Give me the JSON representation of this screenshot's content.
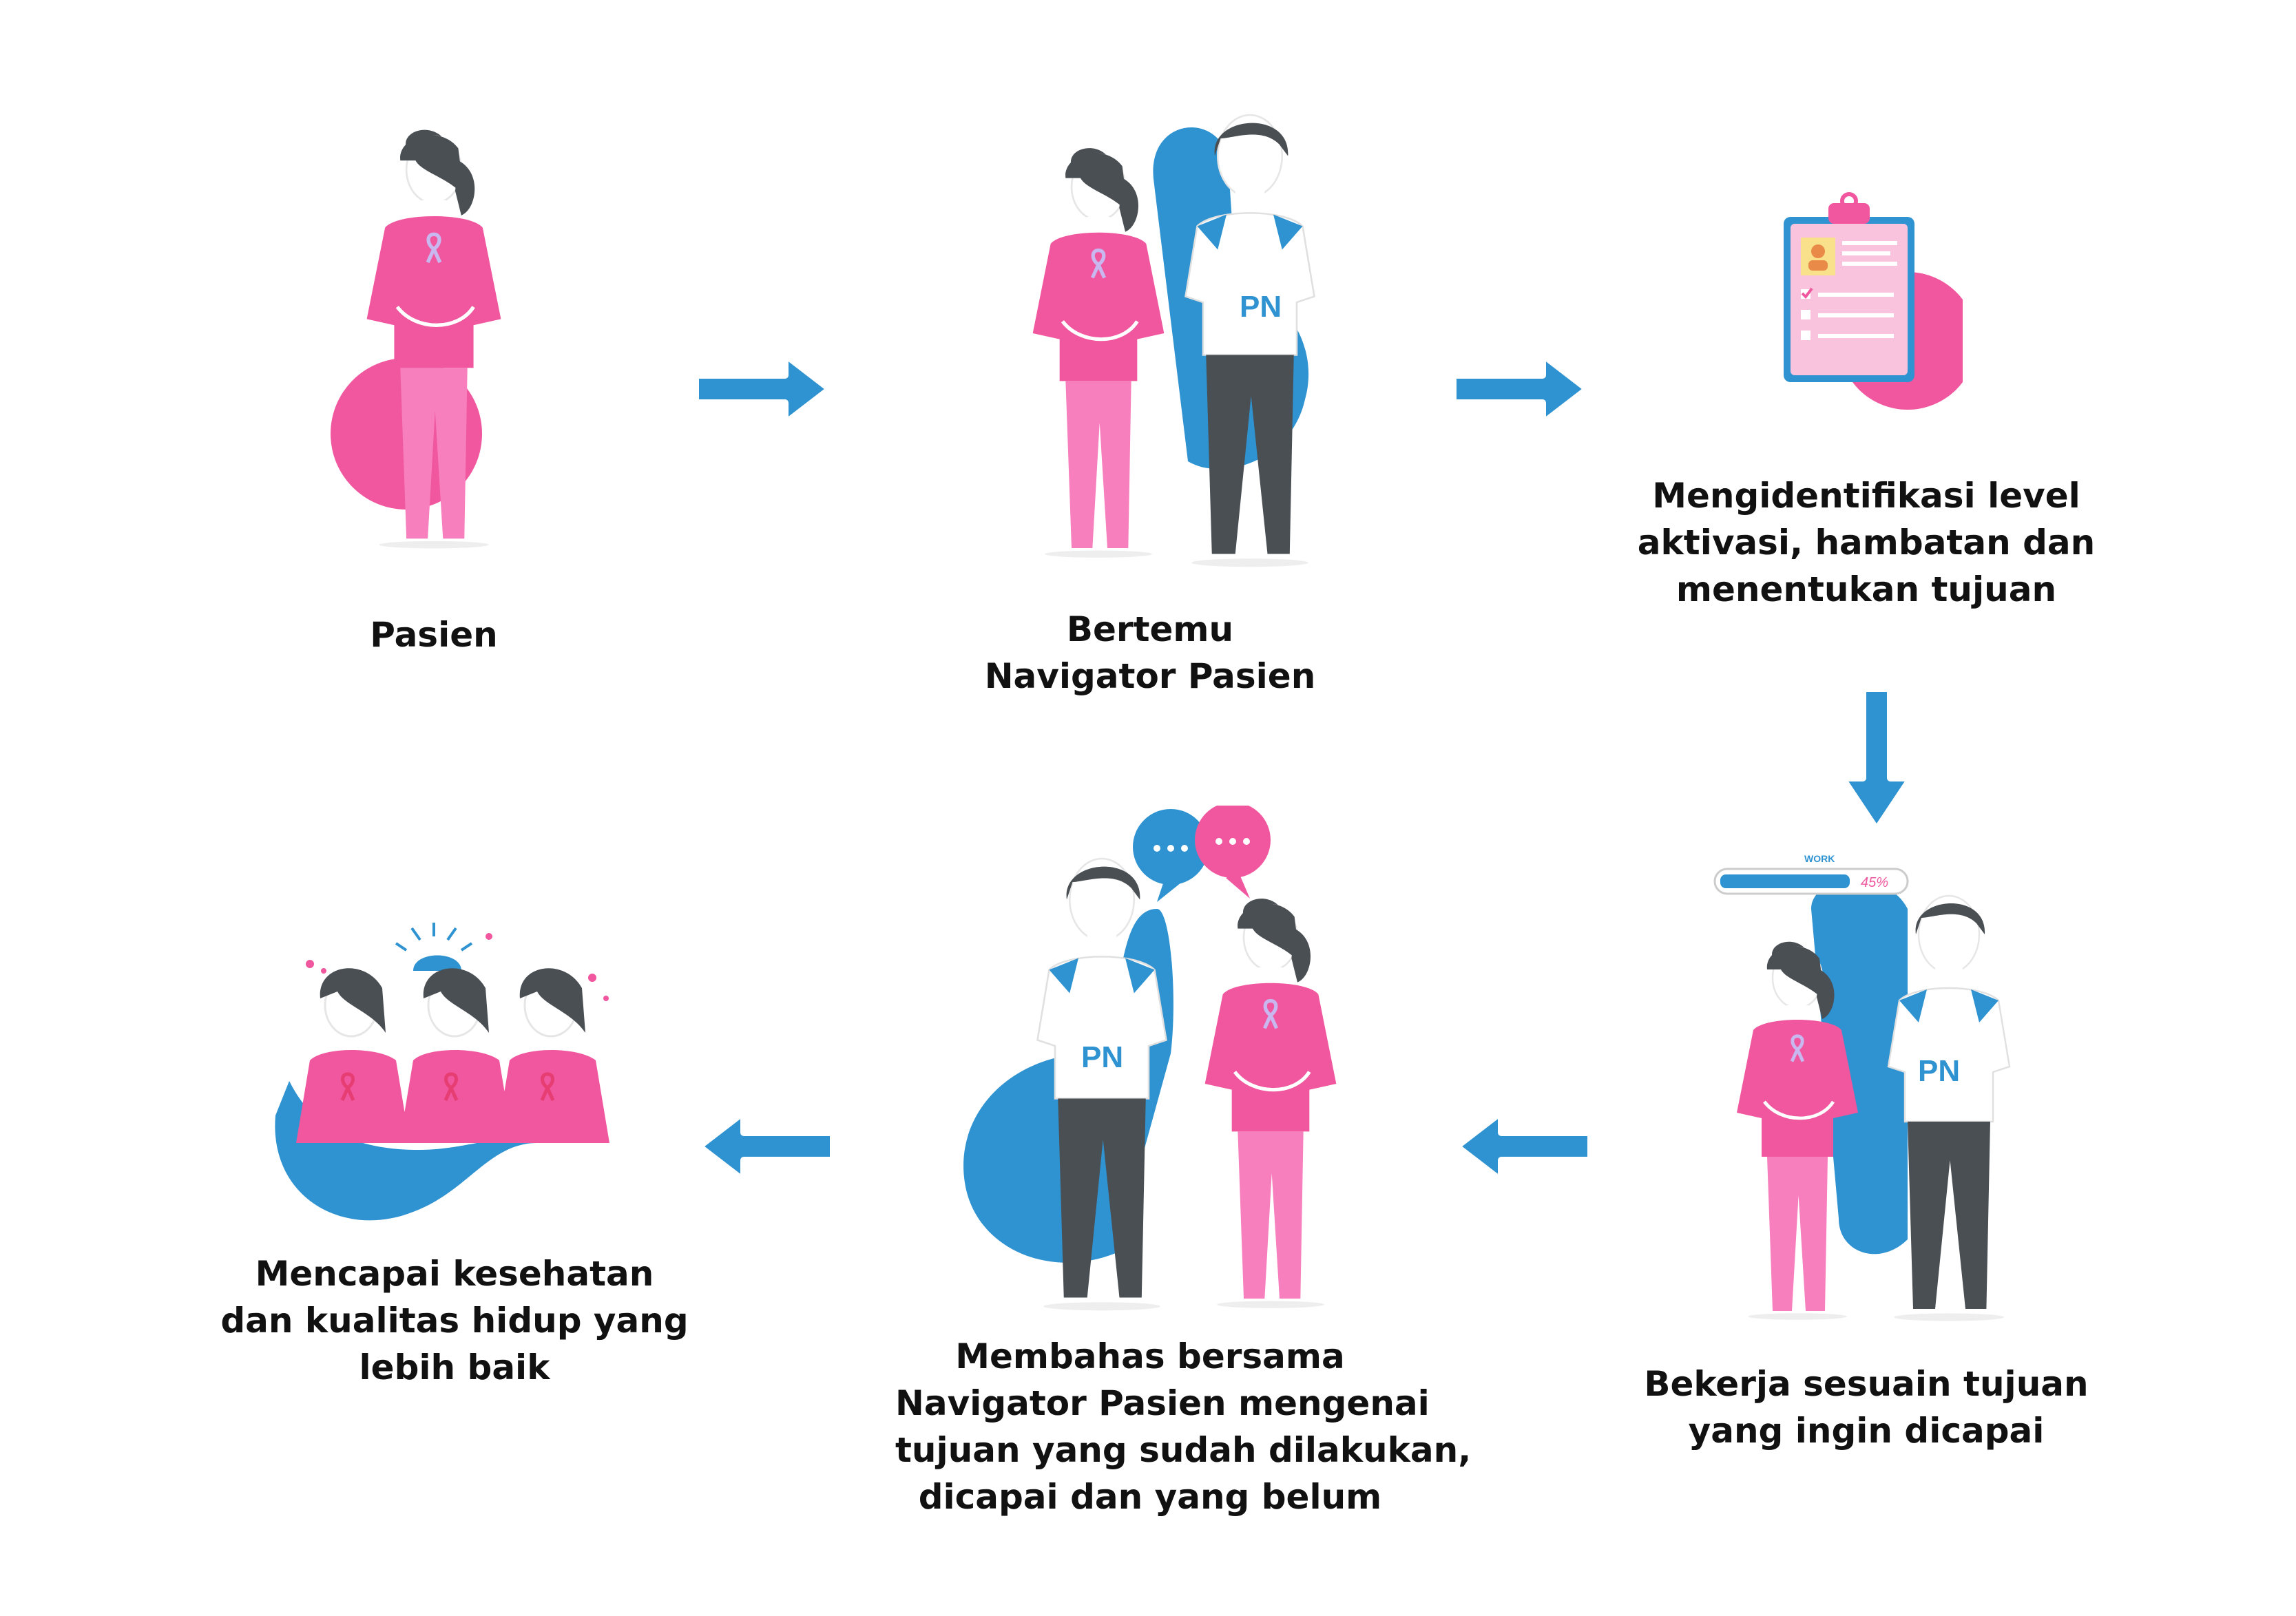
{
  "colors": {
    "pink": "#f0579e",
    "pink_light": "#f77fbd",
    "blue": "#2f93d1",
    "dark": "#4a4f54",
    "white": "#ffffff"
  },
  "steps": [
    {
      "id": "pasien",
      "lines": [
        "Pasien"
      ]
    },
    {
      "id": "bertemu",
      "lines": [
        "Bertemu",
        "Navigator Pasien"
      ],
      "badge": "PN"
    },
    {
      "id": "identifikasi",
      "lines": [
        "Mengidentifikasi level",
        "aktivasi, hambatan dan",
        "menentukan tujuan"
      ]
    },
    {
      "id": "bekerja",
      "lines": [
        "Bekerja sesuain tujuan",
        "yang ingin dicapai"
      ],
      "badge": "PN",
      "progress_label": "WORK",
      "progress_text": "45%",
      "progress_value": 0.45
    },
    {
      "id": "membahas",
      "lines": [
        "Membahas bersama",
        "Navigator Pasien mengenai",
        "tujuan yang sudah dilakukan,",
        "dicapai dan yang belum"
      ],
      "badge": "PN"
    },
    {
      "id": "mencapai",
      "lines": [
        "Mencapai kesehatan",
        "dan kualitas hidup yang",
        "lebih baik"
      ]
    }
  ],
  "flow": [
    {
      "from": "pasien",
      "to": "bertemu",
      "direction": "right"
    },
    {
      "from": "bertemu",
      "to": "identifikasi",
      "direction": "right"
    },
    {
      "from": "identifikasi",
      "to": "bekerja",
      "direction": "down"
    },
    {
      "from": "bekerja",
      "to": "membahas",
      "direction": "left"
    },
    {
      "from": "membahas",
      "to": "mencapai",
      "direction": "left"
    }
  ]
}
